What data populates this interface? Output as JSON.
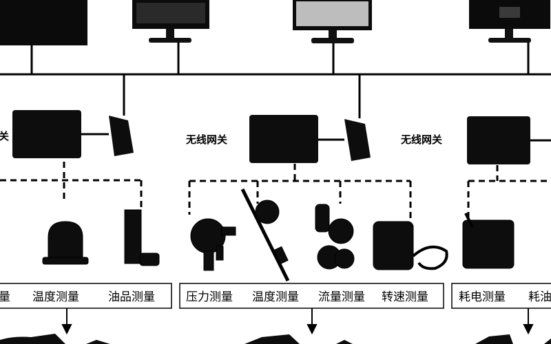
{
  "gateways": [
    {
      "label": "无线网关"
    },
    {
      "label": "无线网关"
    }
  ],
  "left_group": {
    "items": [
      "温度测量",
      "油品测量"
    ],
    "partial_left": "量"
  },
  "middle_group": {
    "items": [
      "压力测量",
      "温度测量",
      "流量测量",
      "转速测量"
    ]
  },
  "right_group": {
    "items": [
      "耗电测量"
    ],
    "partial_right": "耗油"
  }
}
